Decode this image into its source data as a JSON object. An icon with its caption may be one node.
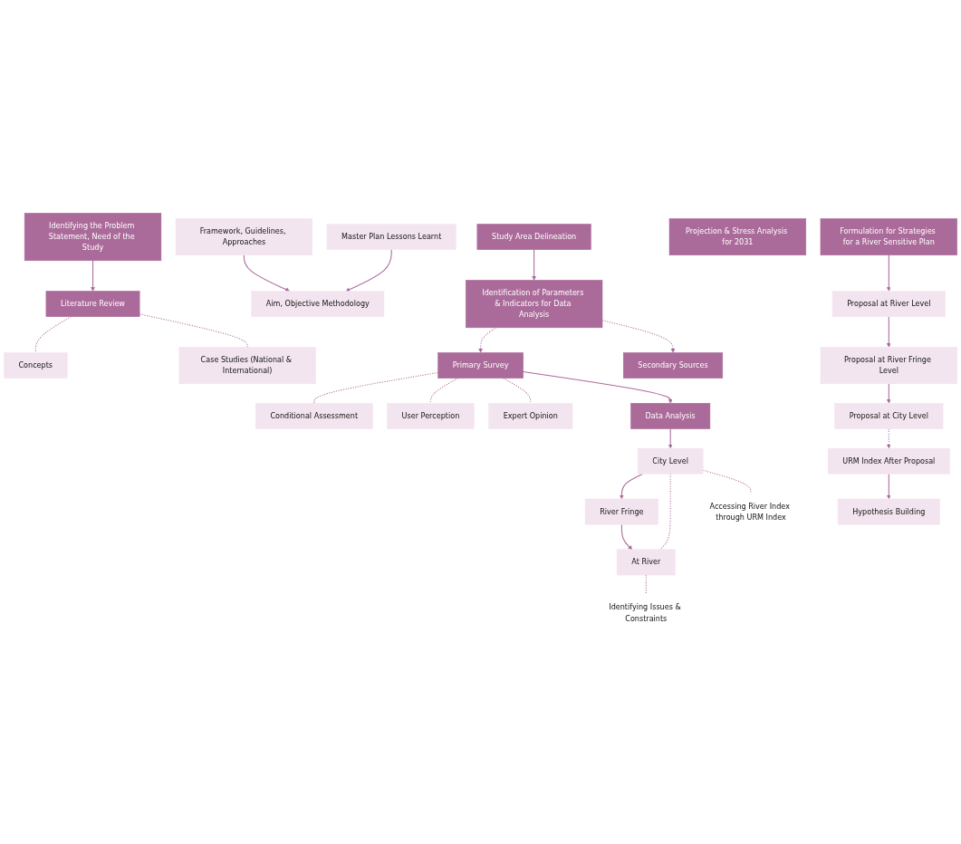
{
  "diagram": {
    "nodes": [
      {
        "text": [
          "Identifying the Problem Statement, Need of the Study"
        ]
      },
      {
        "text": [
          "Hypothesis Building"
        ]
      },
      {
        "text": [
          "Literature Review"
        ]
      },
      {
        "text": [
          "Concepts"
        ]
      },
      {
        "text": [
          "Framework, Guidelines, Approaches"
        ]
      },
      {
        "text": [
          "Aim, Objective Methodology"
        ]
      },
      {
        "text": [
          "Study Area Delineation"
        ]
      },
      {
        "text": [
          "Case Studies (National & International)"
        ]
      },
      {
        "text": [
          "Master Plan Lessons Learnt"
        ]
      },
      {
        "text": [
          "Identification of Parameters & Indicators for Data Analysis"
        ]
      },
      {
        "text": [
          "Primary Survey"
        ]
      },
      {
        "text": [
          "Conditional Assessment"
        ]
      },
      {
        "text": [
          "Secondary Sources"
        ]
      },
      {
        "text": [
          "User Perception"
        ]
      },
      {
        "text": [
          "Expert Opinion"
        ]
      },
      {
        "text": [
          "Data Analysis"
        ]
      },
      {
        "text": [
          "City Level"
        ]
      },
      {
        "text": [
          "River Fringe"
        ]
      },
      {
        "text": [
          "At River"
        ]
      },
      {
        "text": [
          "URM Index After Proposal"
        ]
      },
      {
        "text": [
          "Projection & Stress Analysis for 2031"
        ]
      },
      {
        "text": [
          "Accessing River Index through URM Index"
        ]
      },
      {
        "text": [
          "Identifying Issues & Constraints"
        ]
      },
      {
        "text": [
          "Formulation for Strategies for a River Sensitive Plan"
        ]
      },
      {
        "text": [
          "Proposal at River Level"
        ]
      },
      {
        "text": [
          "Proposal at River Fringe Level"
        ]
      },
      {
        "text": [
          "Proposal at City Level"
        ]
      }
    ],
    "edges": [
      {
        "from": 0,
        "to": 2,
        "arrow": "to"
      },
      {
        "from": 2,
        "to": 3,
        "arrow": "none",
        "style": "dashed"
      },
      {
        "from": 2,
        "to": 7,
        "arrow": "none",
        "style": "dashed"
      },
      {
        "from": 4,
        "to": 5,
        "arrow": "to"
      },
      {
        "from": 8,
        "to": 5,
        "arrow": "to"
      },
      {
        "from": 6,
        "to": 9,
        "arrow": "to"
      },
      {
        "from": 9,
        "to": 10,
        "arrow": "to",
        "style": "dashed"
      },
      {
        "from": 9,
        "to": 12,
        "arrow": "to",
        "style": "dashed"
      },
      {
        "from": 10,
        "to": 11,
        "arrow": "none",
        "style": "dashed"
      },
      {
        "from": 10,
        "to": 13,
        "arrow": "none",
        "style": "dashed"
      },
      {
        "from": 10,
        "to": 14,
        "arrow": "none",
        "style": "dashed"
      },
      {
        "from": 10,
        "to": 15,
        "arrow": "to"
      },
      {
        "from": 15,
        "to": 16,
        "arrow": "to"
      },
      {
        "from": 16,
        "to": 17,
        "arrow": "to"
      },
      {
        "from": 17,
        "to": 18,
        "arrow": "to"
      },
      {
        "from": 16,
        "to": 18,
        "arrow": "none",
        "style": "dashed"
      },
      {
        "from": 16,
        "to": 21,
        "arrow": "none",
        "style": "dashed"
      },
      {
        "from": 18,
        "to": 22,
        "arrow": "none",
        "style": "dashed"
      },
      {
        "from": 19,
        "to": 1,
        "arrow": "to"
      },
      {
        "from": 23,
        "to": 24,
        "arrow": "to"
      },
      {
        "from": 24,
        "to": 25,
        "arrow": "to"
      },
      {
        "from": 25,
        "to": 26,
        "arrow": "to"
      },
      {
        "from": 26,
        "to": 19,
        "arrow": "to",
        "style": "dashed"
      }
    ]
  }
}
